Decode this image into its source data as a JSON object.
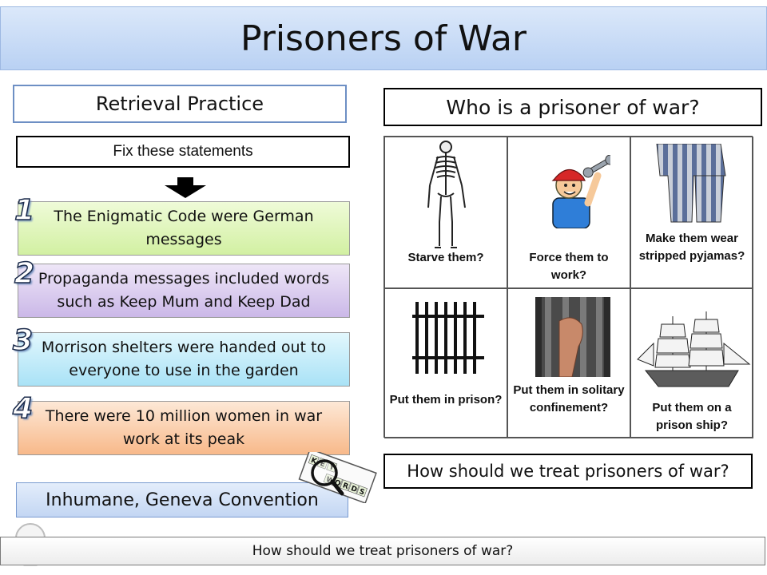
{
  "title": "Prisoners of War",
  "left": {
    "retrieval_heading": "Retrieval Practice",
    "instruction": "Fix these statements",
    "statements": [
      {
        "number": "1",
        "text": "The Enigmatic Code were German messages"
      },
      {
        "number": "2",
        "text": "Propaganda messages included words such as Keep Mum and Keep Dad"
      },
      {
        "number": "3",
        "text": "Morrison shelters were handed out to everyone to use in the garden"
      },
      {
        "number": "4",
        "text": "There were 10 million women in war work at its peak"
      }
    ],
    "keywords_text": "Inhumane, Geneva Convention",
    "keywords_icon_letters": [
      "K",
      "E",
      "Y",
      "W",
      "O",
      "R",
      "D",
      "S"
    ]
  },
  "right": {
    "question_heading": "Who is a prisoner of war?",
    "options": [
      {
        "label": "Starve them?",
        "icon": "skeleton-icon"
      },
      {
        "label": "Force them to work?",
        "icon": "worker-icon"
      },
      {
        "label": "Make them wear stripped pyjamas?",
        "icon": "striped-pyjamas-icon"
      },
      {
        "label": "Put them in prison?",
        "icon": "prison-bars-icon"
      },
      {
        "label": "Put them in solitary confinement?",
        "icon": "hand-on-bars-icon"
      },
      {
        "label": "Put them on a prison ship?",
        "icon": "sailing-ship-icon"
      }
    ],
    "treat_question": "How should we treat prisoners of war?"
  },
  "footer": {
    "text": "How should we treat prisoners of war?"
  }
}
